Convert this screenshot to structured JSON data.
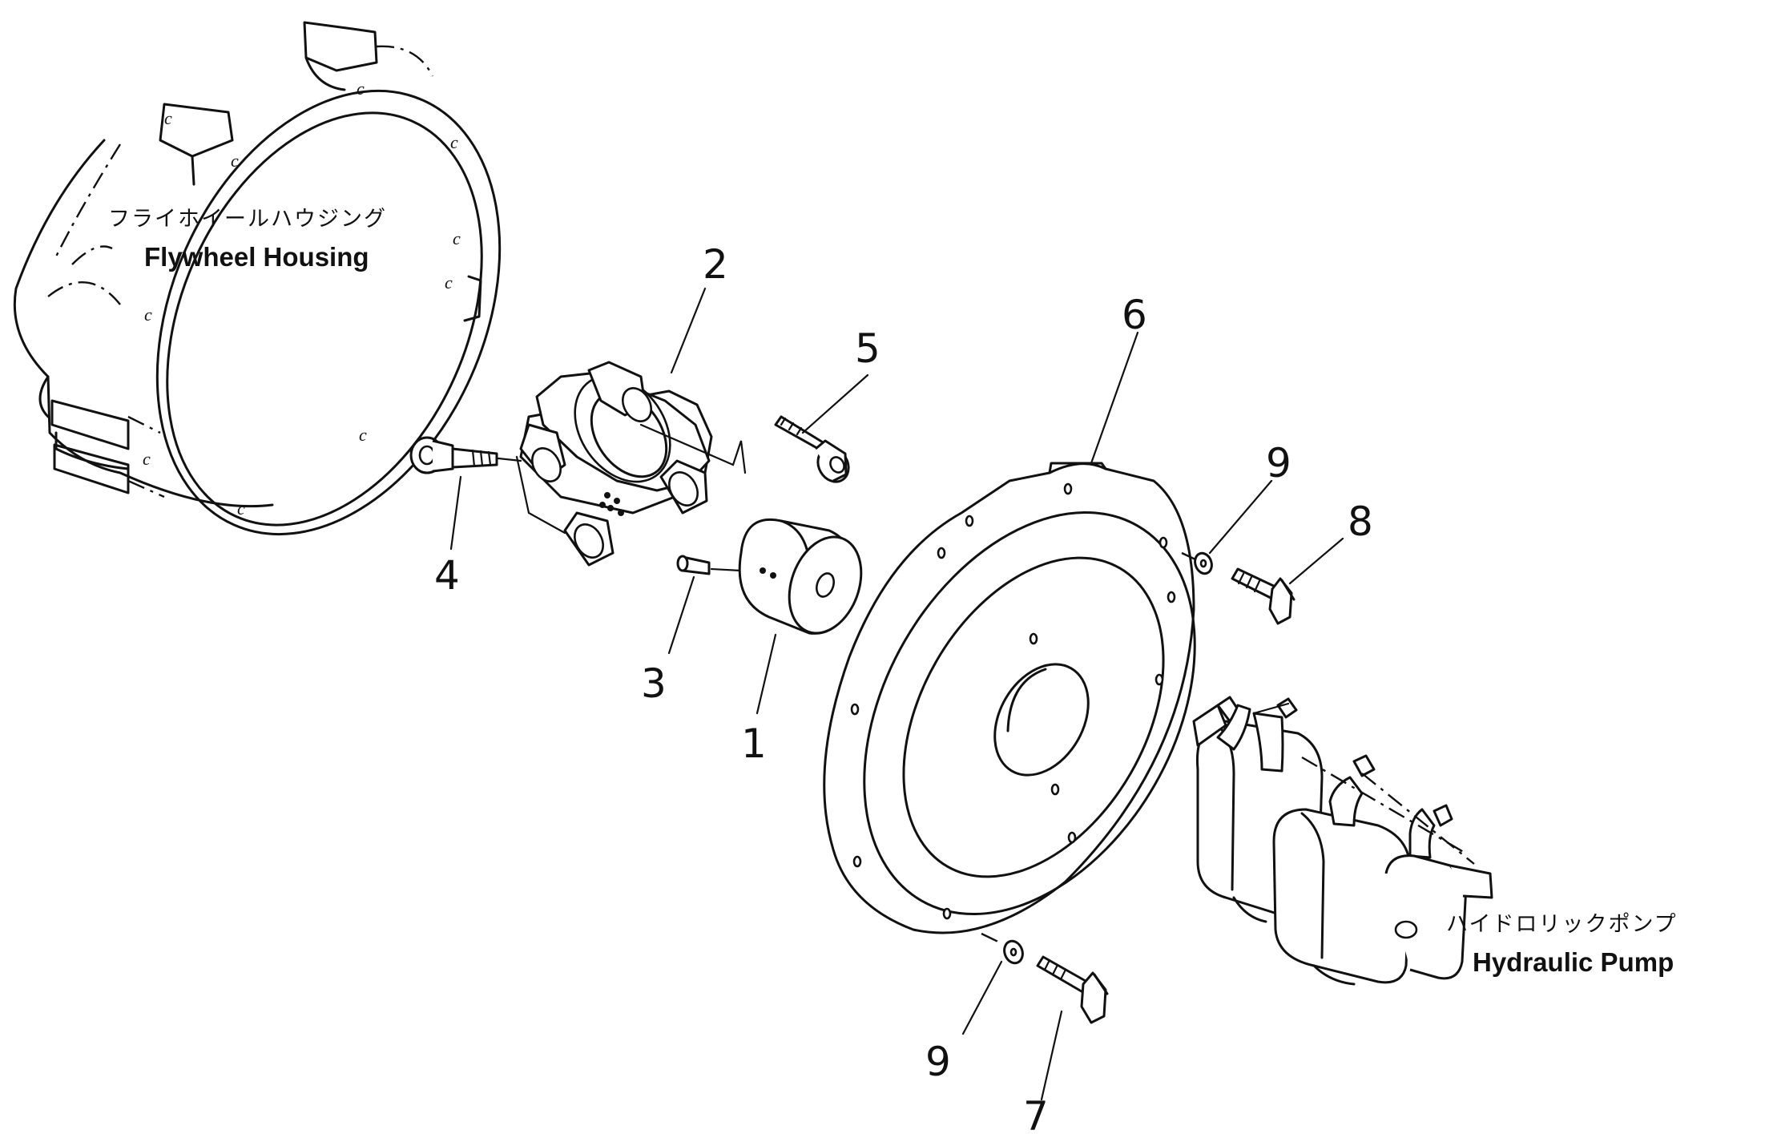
{
  "labels": {
    "flywheel_housing_jp": "フライホイールハウジング",
    "flywheel_housing_en": "Flywheel Housing",
    "hydraulic_pump_jp": "ハイドロリックポンプ",
    "hydraulic_pump_en": "Hydraulic Pump"
  },
  "callouts": {
    "p1": "1",
    "p2": "2",
    "p3": "3",
    "p4": "4",
    "p5": "5",
    "p6": "6",
    "p7": "7",
    "p8": "8",
    "p9a": "9",
    "p9b": "9"
  },
  "housing_marks": [
    "c",
    "c",
    "c",
    "c",
    "c",
    "c",
    "c",
    "c",
    "c",
    "c"
  ]
}
